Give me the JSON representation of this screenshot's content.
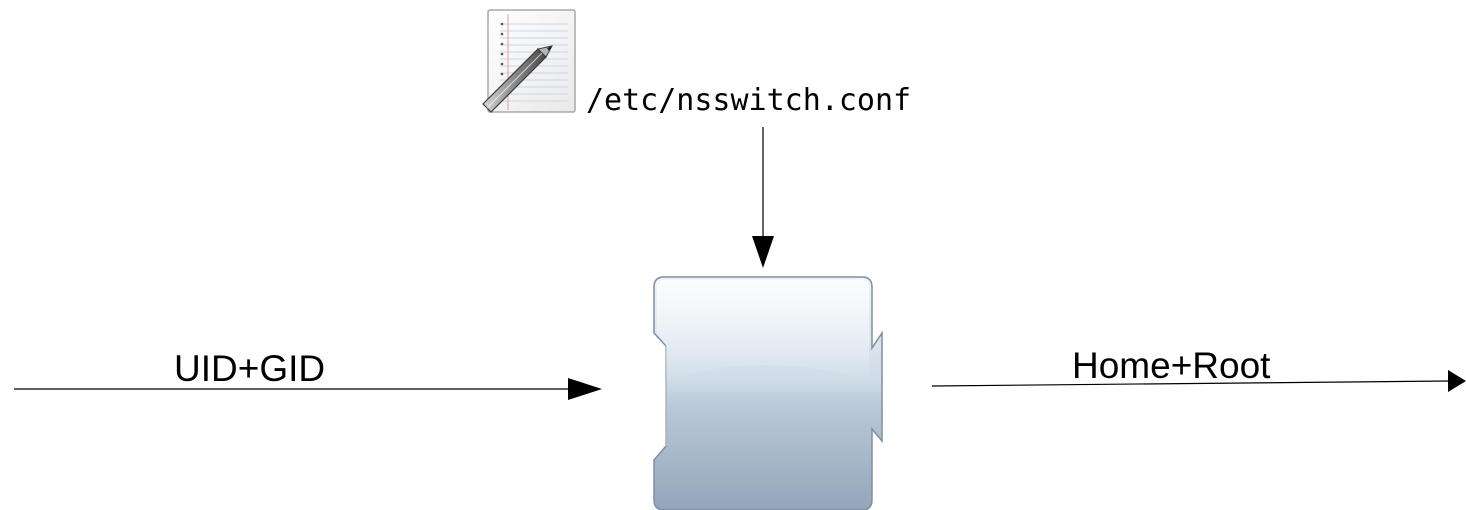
{
  "diagram": {
    "config_file": {
      "label": "/etc/nsswitch.conf",
      "icon": "text-editor-document-icon"
    },
    "input": {
      "label": "UID+GID"
    },
    "output": {
      "label": "Home+Root"
    },
    "processor": {
      "icon": "plugin-module-icon"
    }
  },
  "colors": {
    "line": "#000000",
    "module_top": "#e6eef6",
    "module_bottom": "#9eb0c2",
    "module_border": "#7d8fa1"
  }
}
